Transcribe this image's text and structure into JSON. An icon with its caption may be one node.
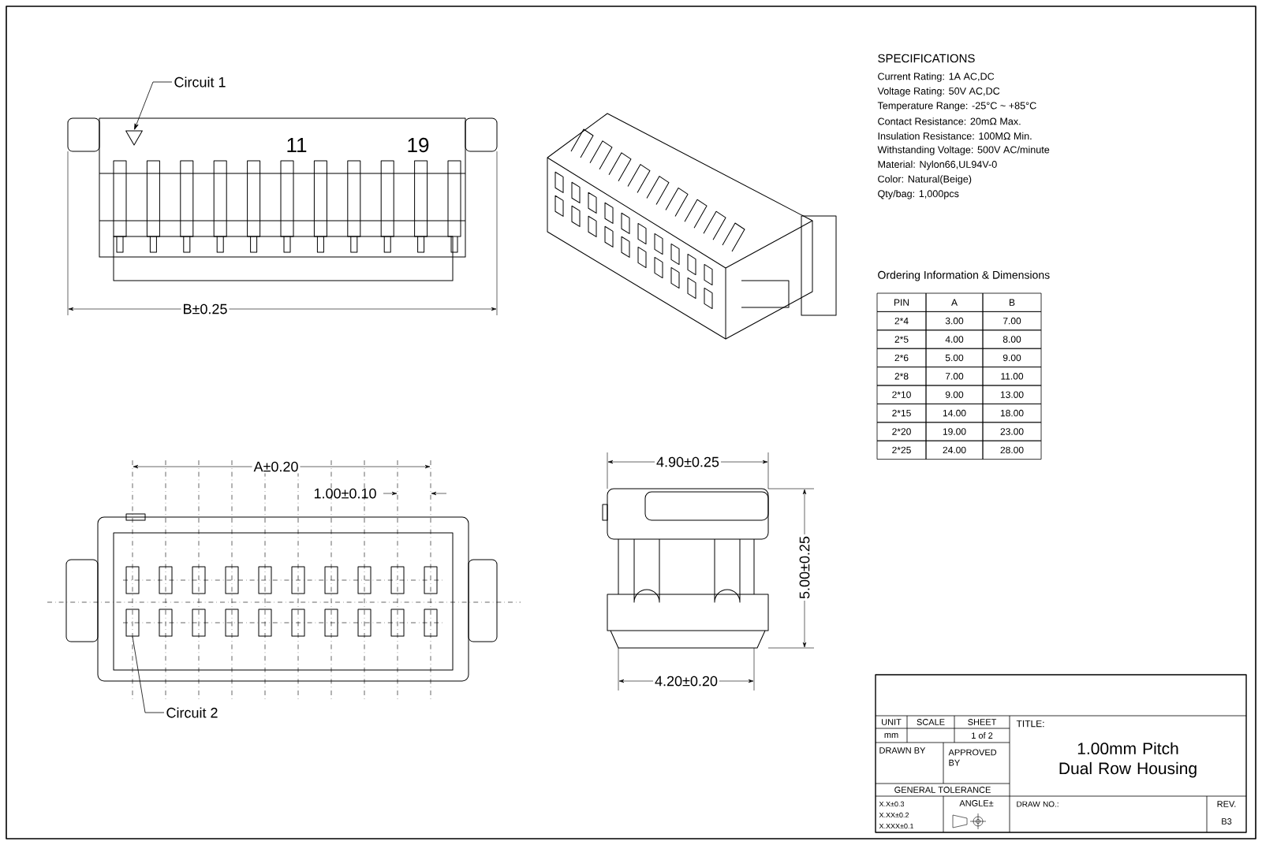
{
  "diagram": {
    "nodes": [
      {
        "text": [
          "Circuit 1"
        ]
      },
      {
        "text": [],
        "shape": "triangle"
      },
      {
        "text": [
          "Circuit 2"
        ]
      },
      {
        "text": [],
        "shape": "box"
      }
    ],
    "edges": [
      {
        "from": 0,
        "to": 1,
        "arrow": "to"
      },
      {
        "from": 2,
        "to": 3,
        "arrow": "none"
      }
    ],
    "labels": [
      "11",
      "19",
      "B±0.25",
      "SPECIFICATIONS",
      "Current Rating: 1A AC,DC",
      "Voltage Rating: 50V AC,DC",
      "Temperature Range: -25°C ~ +85°C",
      "Contact Resistance: 20mΩ Max.",
      "Insulation Resistance: 100MΩ Min.",
      "Withstanding Voltage: 500V AC/minute",
      "Material: Nylon66,UL94V-0",
      "Color: Natural(Beige)",
      "Qty/bag: 1,000pcs",
      "Ordering Information & Dimensions",
      "PIN",
      "A",
      "B",
      "2*4",
      "3.00",
      "7.00",
      "2*5",
      "4.00",
      "8.00",
      "2*6",
      "5.00",
      "9.00",
      "2*8",
      "7.00",
      "11.00",
      "2*10",
      "9.00",
      "13.00",
      "2*15",
      "14.00",
      "18.00",
      "2*20",
      "19.00",
      "23.00",
      "2*25",
      "24.00",
      "28.00",
      "A±0.20",
      "1.00±0.10",
      "4.90±0.25",
      "5.00±0.25",
      "4.20±0.20",
      "UNIT",
      "SCALE",
      "SHEET",
      "TITLE:",
      "mm",
      "1 of 2",
      "DRAWN BY",
      "APPROVED BY",
      "1.00mm Pitch Dual Row Housing",
      "GENERAL TOLERANCE",
      "X.X±0.3",
      "ANGLE±",
      "X.XX±0.2",
      "X.XXX±0.1",
      "DRAW NO.:",
      "REV.",
      "B3"
    ]
  }
}
